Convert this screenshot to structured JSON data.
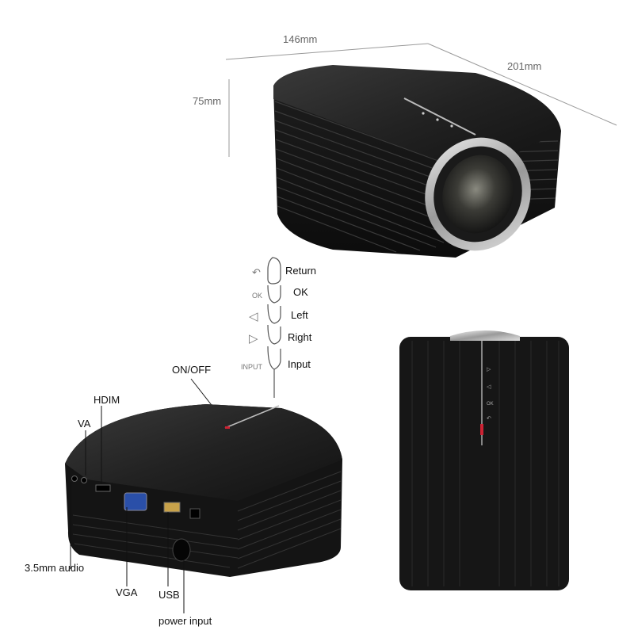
{
  "dimensions": {
    "width": "146mm",
    "depth": "201mm",
    "height": "75mm"
  },
  "buttons": [
    {
      "icon_text": "↶",
      "label": "Return"
    },
    {
      "icon_text": "OK",
      "label": "OK"
    },
    {
      "icon_text": "◁",
      "label": "Left"
    },
    {
      "icon_text": "▷",
      "label": "Right"
    },
    {
      "icon_text": "INPUT",
      "label": "Input"
    }
  ],
  "ports": {
    "on_off": "ON/OFF",
    "hdmi": "HDIM",
    "va": "VA",
    "audio": "3.5mm audio",
    "vga": "VGA",
    "usb": "USB",
    "power": "power input"
  },
  "colors": {
    "body": "#1b1b1b",
    "ridge": "#3a3a3a",
    "lens_ring": "#c9c9c9",
    "dim_line": "#9a9a9a"
  }
}
